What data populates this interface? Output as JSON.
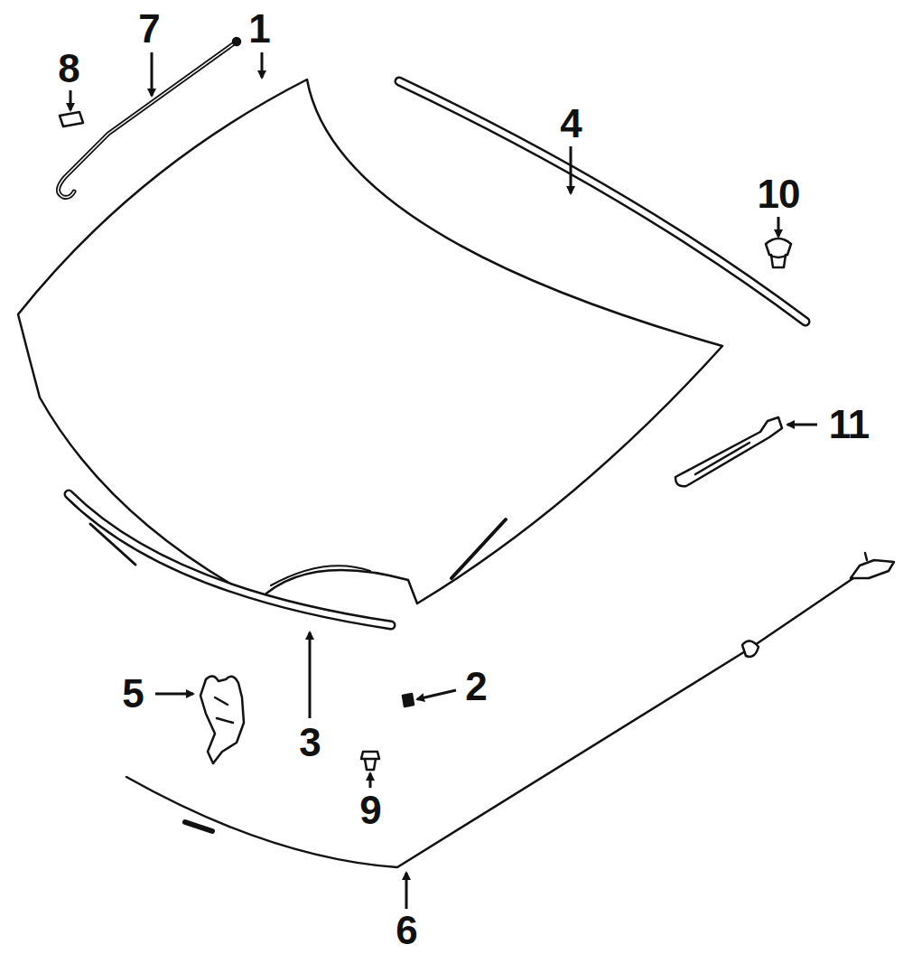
{
  "diagram": {
    "labels": [
      "7",
      "1",
      "8",
      "4",
      "10",
      "11",
      "5",
      "2",
      "3",
      "9",
      "6"
    ]
  }
}
